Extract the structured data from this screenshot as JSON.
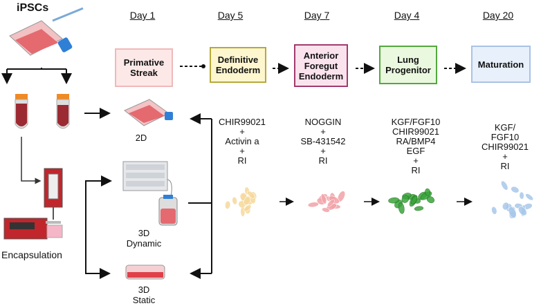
{
  "source": {
    "title": "iPSCs"
  },
  "method_labels": {
    "encapsulation": "Encapsulation",
    "two_d": "2D",
    "three_d_dynamic": "3D\nDynamic",
    "three_d_static": "3D\nStatic"
  },
  "days": [
    "Day 1",
    "Day 5",
    "Day 7",
    "Day 4",
    "Day 20"
  ],
  "stages": [
    {
      "label": "Primative\nStreak",
      "fill": "#fde8e8",
      "border": "#f0b8b8"
    },
    {
      "label": "Definitive\nEndoderm",
      "fill": "#fdf6cf",
      "border": "#b7a93a"
    },
    {
      "label": "Anterior\nForegut\nEndoderm",
      "fill": "#fbe3ee",
      "border": "#a13a6c"
    },
    {
      "label": "Lung\nProgenitor",
      "fill": "#eaf8df",
      "border": "#52a83d"
    },
    {
      "label": "Maturation",
      "fill": "#e8f0fb",
      "border": "#a9c2e6"
    }
  ],
  "reagents": [
    "CHIR99021\n+\nActivin a\n+\nRI",
    "NOGGIN\n+\nSB-431542\n+\nRI",
    "KGF/FGF10\nCHIR99021\nRA/BMP4\nEGF\n+\nRI",
    "KGF/\nFGF10\nCHIR99021\n+\nRI"
  ],
  "cell_colors": [
    "#f6d99b",
    "#f2a3a8",
    "#3aa53a",
    "#a9c8ea"
  ],
  "colors": {
    "flask_red": "#e46a70",
    "cap_blue": "#2f7fd6",
    "tube_orange": "#f08a24",
    "arrow": "#111111"
  }
}
